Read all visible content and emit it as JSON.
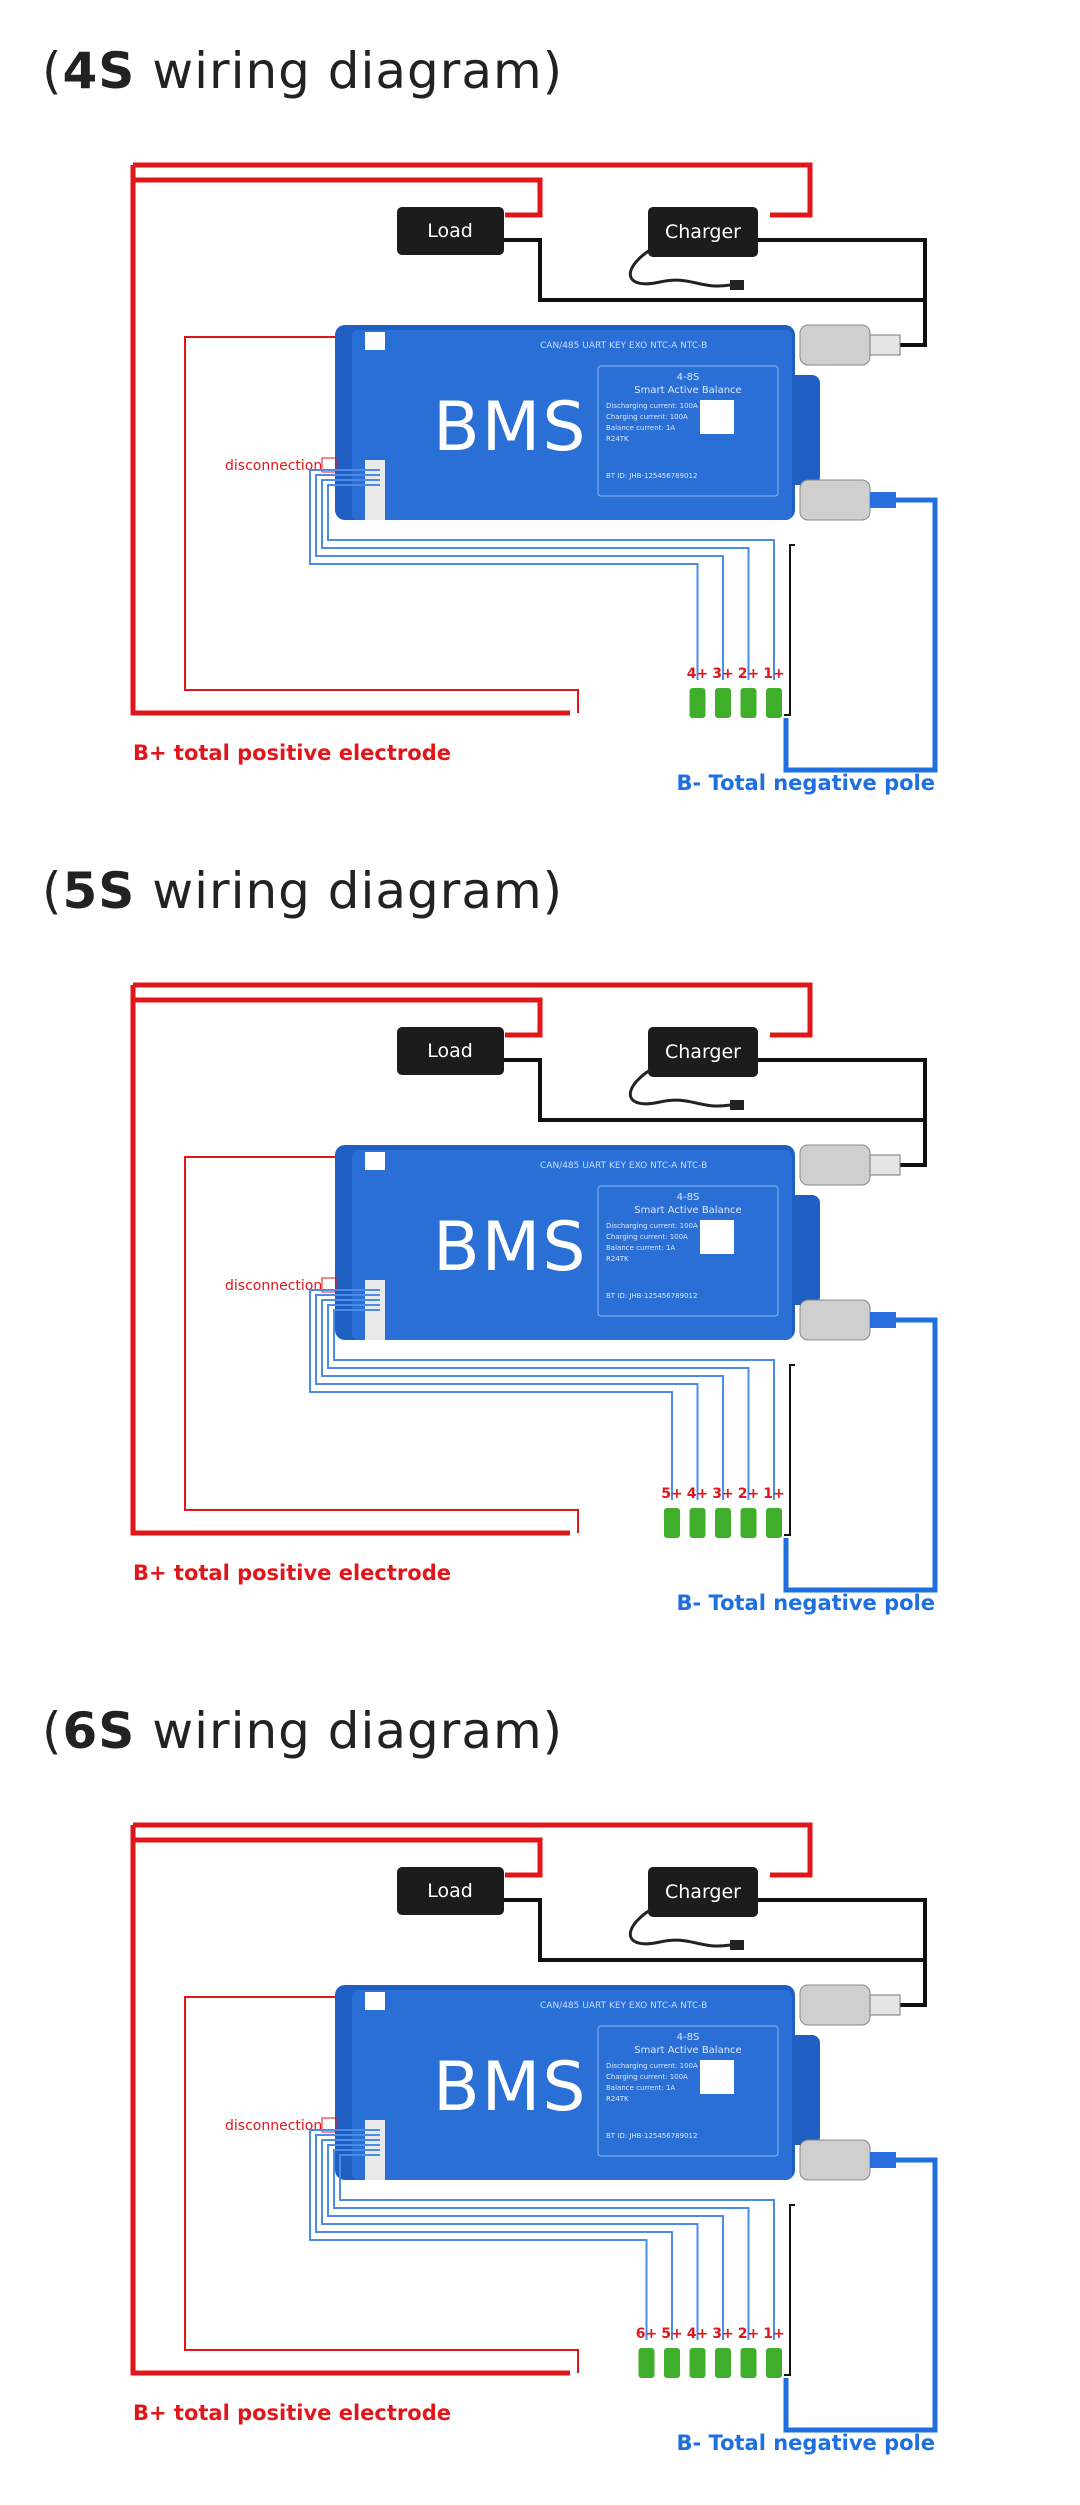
{
  "diagrams": [
    {
      "heading_open": "(",
      "heading_bold": "4S",
      "heading_rest": " wiring diagram)",
      "load_label": "Load",
      "charger_label": "Charger",
      "bms_title": "BMS",
      "bms_panel_title": "4-8S",
      "bms_panel_subtitle": "Smart Active Balance",
      "bms_spec_1": "Discharging current: 100A",
      "bms_spec_2": "Charging current: 100A",
      "bms_spec_3": "Balance current: 1A",
      "bms_spec_4": "R24TK",
      "bms_bt_id": "BT ID: JHB-125456789012",
      "bms_ports": "CAN/485   UART   KEY   EXO   NTC-A   NTC-B",
      "disconnection_label": "disconnection",
      "positive_label": "B+ total positive electrode",
      "negative_label": "B- Total negative pole",
      "cells": [
        "4+",
        "3+",
        "2+",
        "1+"
      ]
    },
    {
      "heading_open": "(",
      "heading_bold": "5S",
      "heading_rest": " wiring diagram)",
      "load_label": "Load",
      "charger_label": "Charger",
      "bms_title": "BMS",
      "bms_panel_title": "4-8S",
      "bms_panel_subtitle": "Smart Active Balance",
      "bms_spec_1": "Discharging current: 100A",
      "bms_spec_2": "Charging current: 100A",
      "bms_spec_3": "Balance current: 1A",
      "bms_spec_4": "R24TK",
      "bms_bt_id": "BT ID: JHB-125456789012",
      "bms_ports": "CAN/485   UART   KEY   EXO   NTC-A   NTC-B",
      "disconnection_label": "disconnection",
      "positive_label": "B+ total positive electrode",
      "negative_label": "B- Total negative pole",
      "cells": [
        "5+",
        "4+",
        "3+",
        "2+",
        "1+"
      ]
    },
    {
      "heading_open": "(",
      "heading_bold": "6S",
      "heading_rest": " wiring diagram)",
      "load_label": "Load",
      "charger_label": "Charger",
      "bms_title": "BMS",
      "bms_panel_title": "4-8S",
      "bms_panel_subtitle": "Smart Active Balance",
      "bms_spec_1": "Discharging current: 100A",
      "bms_spec_2": "Charging current: 100A",
      "bms_spec_3": "Balance current: 1A",
      "bms_spec_4": "R24TK",
      "bms_bt_id": "BT ID: JHB-125456789012",
      "bms_ports": "CAN/485   UART   KEY   EXO   NTC-A   NTC-B",
      "disconnection_label": "disconnection",
      "positive_label": "B+ total positive electrode",
      "negative_label": "B- Total negative pole",
      "cells": [
        "6+",
        "5+",
        "4+",
        "3+",
        "2+",
        "1+"
      ]
    }
  ],
  "colors": {
    "positive_wire": "#e0161b",
    "negative_wire": "#1e6fe0",
    "black_wire": "#111111",
    "bms_body": "#2a6fd6",
    "balance_wire": "#4a8ce8",
    "cell_green": "#3fae2a"
  }
}
